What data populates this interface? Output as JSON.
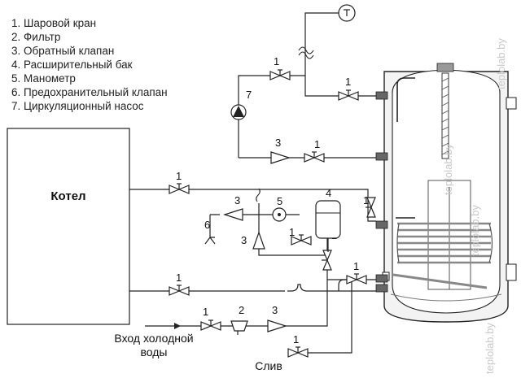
{
  "legend": [
    "1. Шаровой кран",
    "2. Фильтр",
    "3. Обратный клапан",
    "4. Расширительный бак",
    "5. Манометр",
    "6. Предохранительный клапан",
    "7. Циркуляционный насос"
  ],
  "labels": {
    "boiler": "Котел",
    "cold_water_line1": "Вход холодной",
    "cold_water_line2": "воды",
    "drain": "Слив"
  },
  "markers": {
    "ball_valve": "1",
    "filter": "2",
    "check_valve": "3",
    "expansion_tank": "4",
    "manometer": "5",
    "safety_valve": "6",
    "pump": "7"
  },
  "watermark": "teplolab.by",
  "colors": {
    "line": "#222222",
    "tank_fill": "#f3f3f3",
    "coil": "#888888",
    "watermark": "#c9c9c9"
  }
}
